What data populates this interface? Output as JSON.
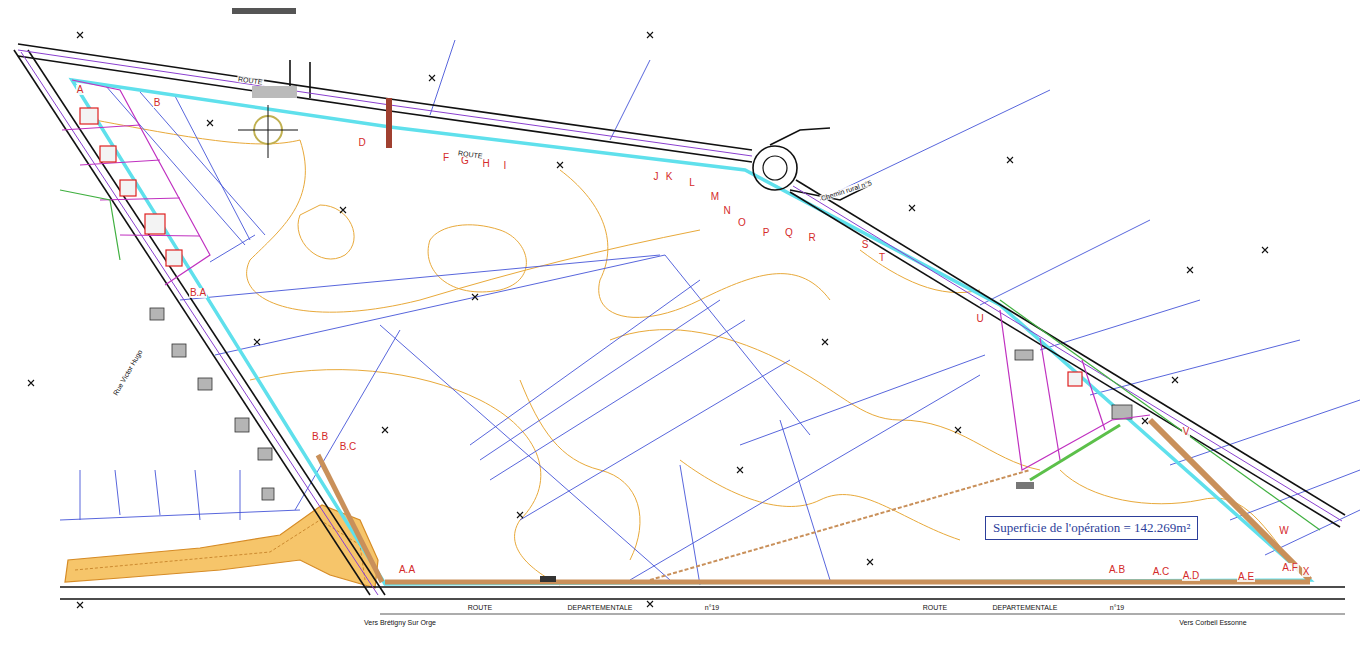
{
  "diagram": {
    "nodes": [
      {
        "text": [
          "Superficie de l'opération = 142.269m²"
        ]
      }
    ],
    "labels": [
      "A",
      "B",
      "D",
      "F",
      "G",
      "H",
      "I",
      "J",
      "K",
      "L",
      "M",
      "N",
      "O",
      "P",
      "Q",
      "R",
      "S",
      "T",
      "U",
      "V",
      "W",
      "X",
      "B.A",
      "B.B",
      "B.C",
      "A.A",
      "A.B",
      "A.C",
      "A.D",
      "A.E",
      "A.F",
      "ROUTE",
      "DEPARTEMENTALE",
      "n°19",
      "ROUTE",
      "DEPARTEMENTALE",
      "n°19",
      "Vers Brétigny Sur Orge",
      "Vers Corbeil Essonne",
      "Chemin rural n°5",
      "Rue Victor Hugo",
      "ROUTE",
      "ROUTE"
    ]
  }
}
